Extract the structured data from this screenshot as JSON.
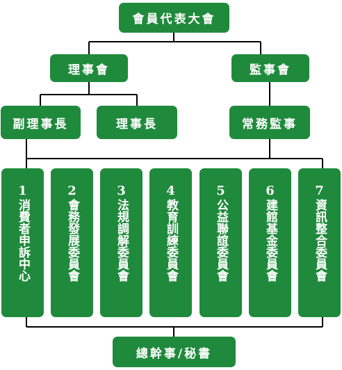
{
  "chart": {
    "top": "會員代表大會",
    "board": "理事會",
    "supervisors": "監事會",
    "vice_chair": "副理事長",
    "chair": "理事長",
    "standing_supervisor": "常務監事",
    "committees": [
      {
        "num": "1",
        "name": "消費者申訴中心"
      },
      {
        "num": "2",
        "name": "會務發展委員會"
      },
      {
        "num": "3",
        "name": "法規調解委員會"
      },
      {
        "num": "4",
        "name": "教育訓練委員會"
      },
      {
        "num": "5",
        "name": "公益聯誼委員會"
      },
      {
        "num": "6",
        "name": "建館基金委員會"
      },
      {
        "num": "7",
        "name": "資訊整合委員會"
      }
    ],
    "secretariat": "總幹事/秘書"
  },
  "colors": {
    "box": "#1f8a3c",
    "text": "#ffffff",
    "line": "#000000"
  }
}
